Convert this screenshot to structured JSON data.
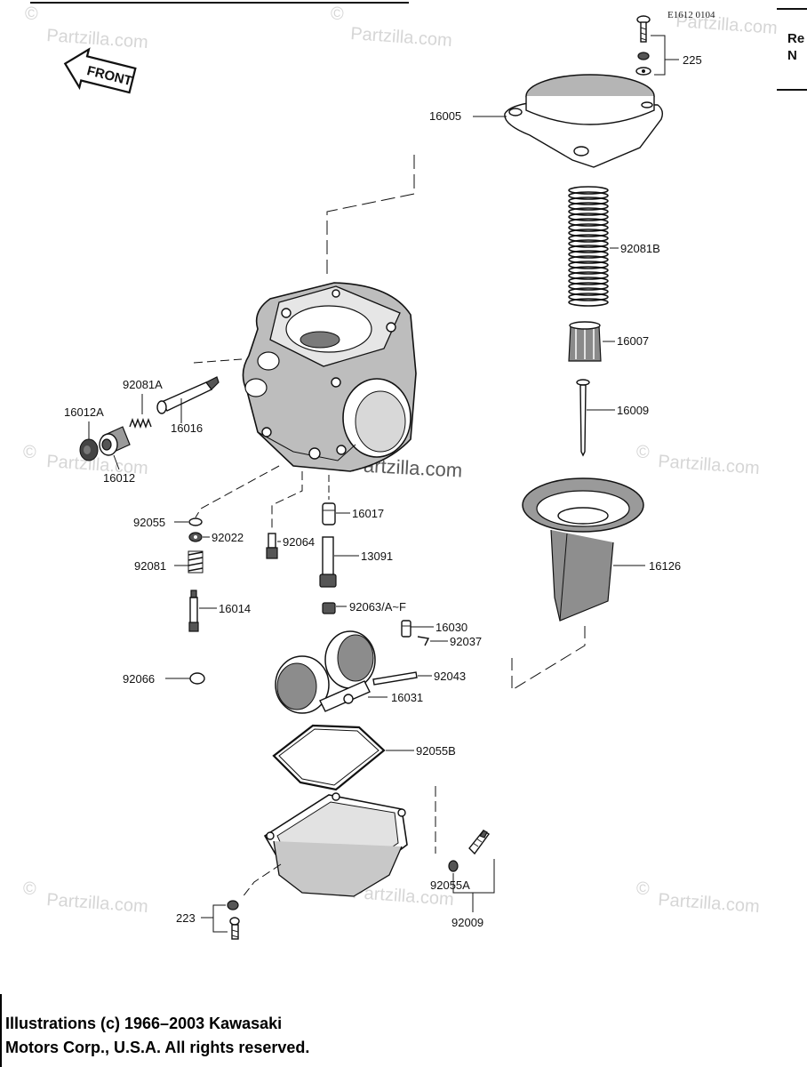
{
  "drawing_code": "E1612 0104",
  "front_label": "FRONT",
  "edge_text": [
    "Re",
    "N"
  ],
  "watermark_text": "Partzilla.com",
  "watermark_symbol": "©",
  "center_watermark": "Partzilla.com",
  "parts": [
    {
      "id": "225",
      "label": "225"
    },
    {
      "id": "16005",
      "label": "16005"
    },
    {
      "id": "92081B",
      "label": "92081B"
    },
    {
      "id": "16007",
      "label": "16007"
    },
    {
      "id": "16009",
      "label": "16009"
    },
    {
      "id": "16126",
      "label": "16126"
    },
    {
      "id": "92081A",
      "label": "92081A"
    },
    {
      "id": "16012A",
      "label": "16012A"
    },
    {
      "id": "16016",
      "label": "16016"
    },
    {
      "id": "16012",
      "label": "16012"
    },
    {
      "id": "92055",
      "label": "92055"
    },
    {
      "id": "92022",
      "label": "92022"
    },
    {
      "id": "92064",
      "label": "92064"
    },
    {
      "id": "16017",
      "label": "16017"
    },
    {
      "id": "13091",
      "label": "13091"
    },
    {
      "id": "92081",
      "label": "92081"
    },
    {
      "id": "16014",
      "label": "16014"
    },
    {
      "id": "92063",
      "label": "92063/A~F"
    },
    {
      "id": "16030",
      "label": "16030"
    },
    {
      "id": "92037",
      "label": "92037"
    },
    {
      "id": "92066",
      "label": "92066"
    },
    {
      "id": "92043",
      "label": "92043"
    },
    {
      "id": "16031",
      "label": "16031"
    },
    {
      "id": "92055B",
      "label": "92055B"
    },
    {
      "id": "92055A",
      "label": "92055A"
    },
    {
      "id": "223",
      "label": "223"
    },
    {
      "id": "92009",
      "label": "92009"
    }
  ],
  "copyright": [
    "Illustrations (c) 1966–2003 Kawasaki",
    "Motors Corp., U.S.A.  All rights reserved."
  ]
}
